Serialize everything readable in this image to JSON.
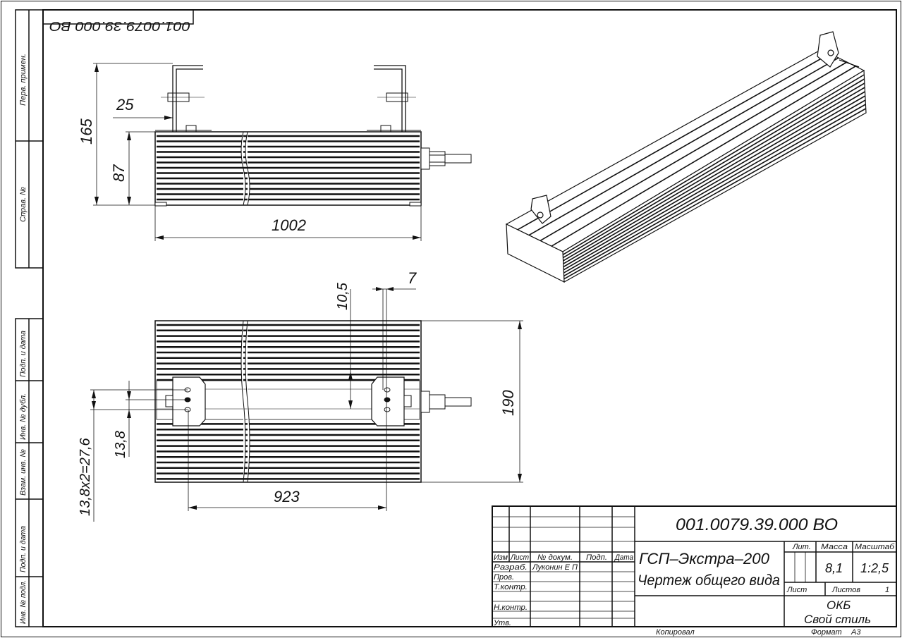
{
  "stamp_top": "001.0079.39.000 ВО",
  "side_strip": {
    "perv_primen": "Перв. примен.",
    "sprav_no": "Справ. №",
    "podp_data_1": "Подп. и дата",
    "inv_dubl": "Инв. № дубл.",
    "vzam_inv": "Взам. инв. №",
    "podp_data_2": "Подп. и дата",
    "inv_podl": "Инв. № подл."
  },
  "dimensions": {
    "front": {
      "height_total": "165",
      "height_body": "87",
      "bracket_offset": "25",
      "length": "1002"
    },
    "bottom": {
      "width": "190",
      "hole_spacing": "923",
      "hole_offset": "10,5",
      "hole_width": "7",
      "slot_pitch": "13,8",
      "slot_total": "13,8х2=27,6"
    }
  },
  "title_block": {
    "designation": "001.0079.39.000 ВО",
    "product_name": "ГСП–Экстра–200",
    "document_name": "Чертеж общего вида",
    "col_headers": {
      "izm": "Изм",
      "list": "Лист",
      "doc_no": "№ докум.",
      "podp": "Подп.",
      "data": "Дата"
    },
    "roles": [
      {
        "role": "Разраб.",
        "name": "Луконин Е П"
      },
      {
        "role": "Пров.",
        "name": ""
      },
      {
        "role": "Т.контр.",
        "name": ""
      },
      {
        "role": "",
        "name": ""
      },
      {
        "role": "Н.контр.",
        "name": ""
      },
      {
        "role": "Утв.",
        "name": ""
      }
    ],
    "lit_label": "Лит.",
    "mass_label": "Масса",
    "scale_label": "Масштаб",
    "mass_value": "8,1",
    "scale_value": "1:2,5",
    "sheet_label": "Лист",
    "sheets_label": "Листов",
    "sheets_value": "1",
    "org_line1": "ОКБ",
    "org_line2": "Свой стиль",
    "copied": "Копировал",
    "format_label": "Формат",
    "format_value": "А3"
  }
}
